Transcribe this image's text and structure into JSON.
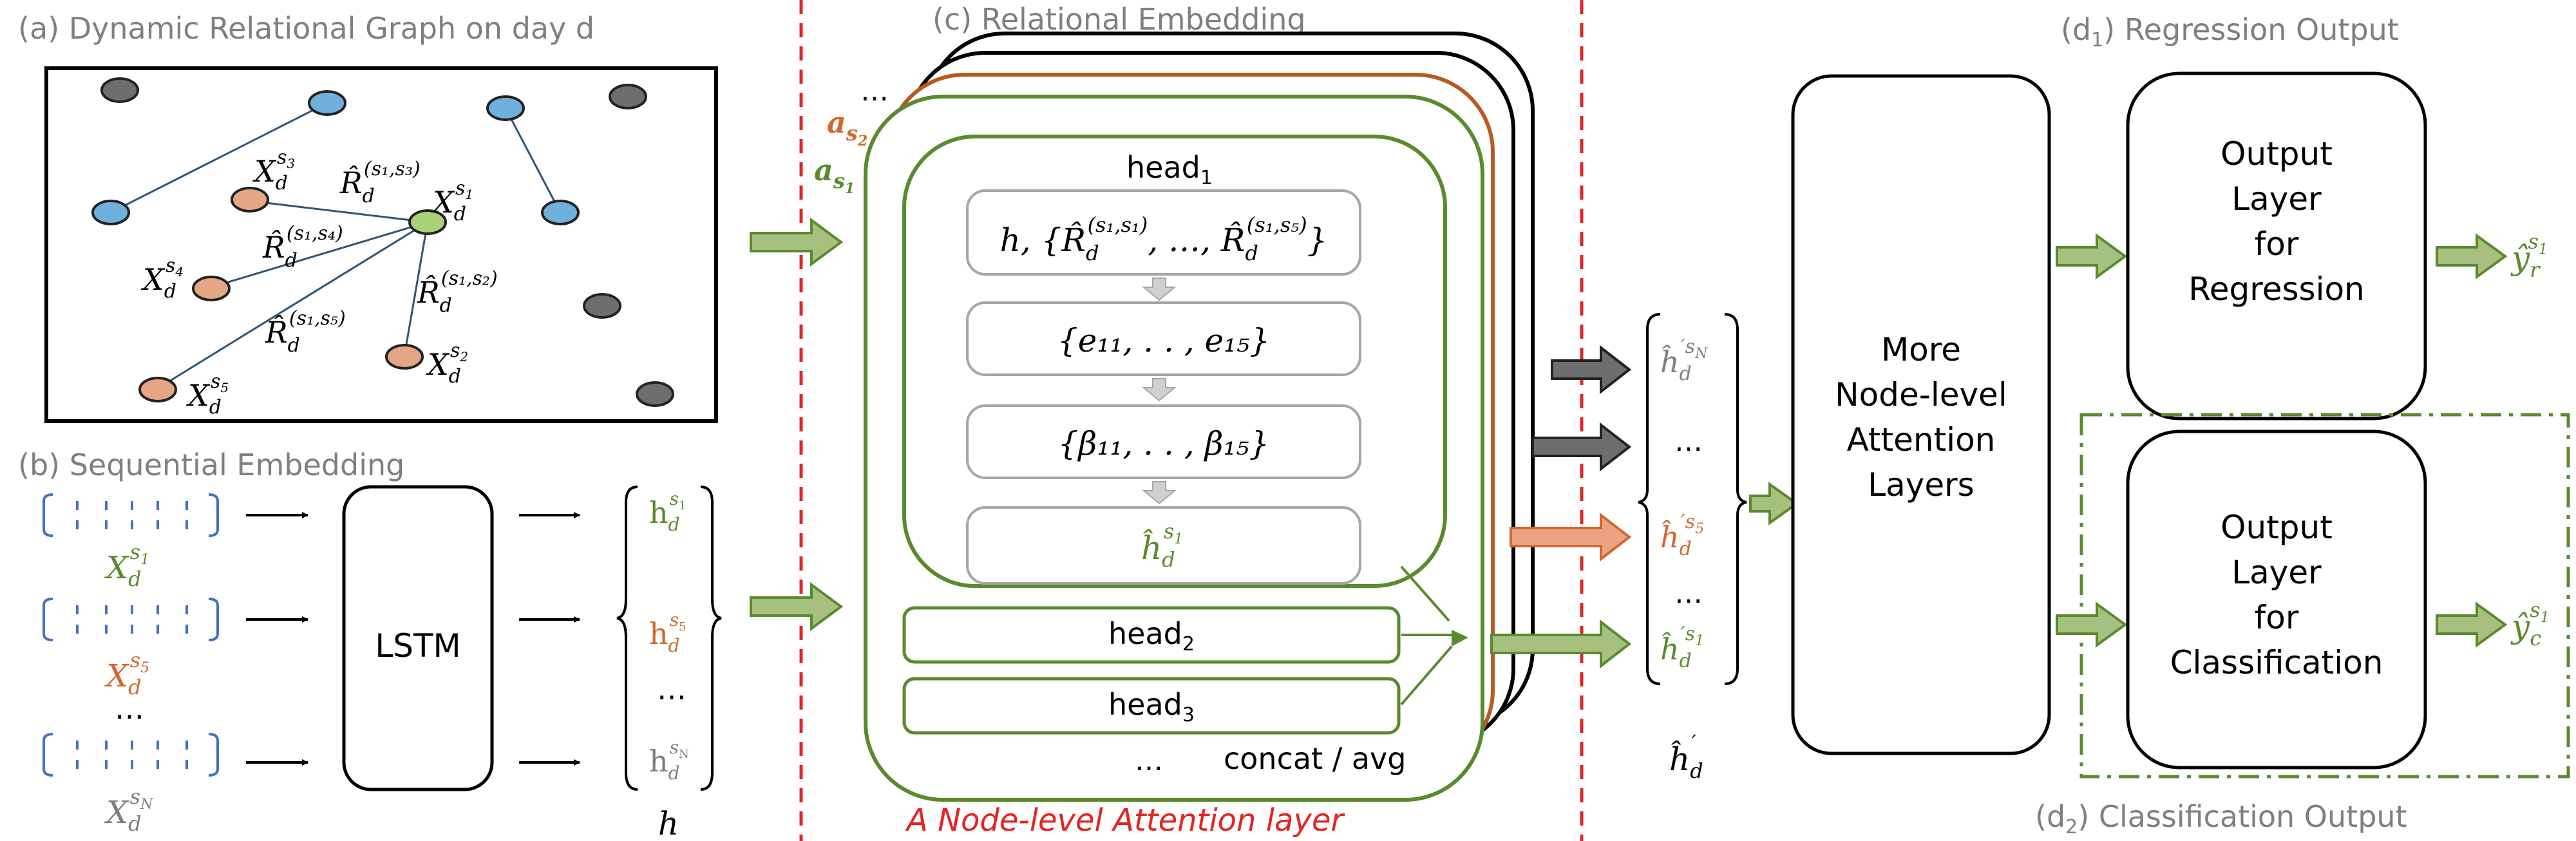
{
  "colors": {
    "green": "#5a8a2e",
    "arrow_green_fill": "#a5c07f",
    "arrow_green_stroke": "#5a8a2e",
    "orange": "#d0692e",
    "arrow_orange_fill": "#eba383",
    "gray_text": "#7f7f7f",
    "dark_gray_node": "#6d6e70",
    "blue_node": "#6fb0dd",
    "orange_node": "#e5a685",
    "green_node": "#a9d27b",
    "red_dash": "#e52421",
    "line_blue": "#2f5577",
    "brown": "#b85a20"
  },
  "panel_a": {
    "title": "(a) Dynamic Relational Graph on day d",
    "node_labels": {
      "s1": {
        "base": "X",
        "sub": "d",
        "sup": "s",
        "supsub": "1"
      },
      "s2": {
        "base": "X",
        "sub": "d",
        "sup": "s",
        "supsub": "2"
      },
      "s3": {
        "base": "X",
        "sub": "d",
        "sup": "s",
        "supsub": "3"
      },
      "s4": {
        "base": "X",
        "sub": "d",
        "sup": "s",
        "supsub": "4"
      },
      "s5": {
        "base": "X",
        "sub": "d",
        "sup": "s",
        "supsub": "5"
      }
    },
    "edge_labels": {
      "r13": {
        "base": "R̂",
        "sub": "d",
        "sup": "(s₁,s₃)"
      },
      "r14": {
        "base": "R̂",
        "sub": "d",
        "sup": "(s₁,s₄)"
      },
      "r12": {
        "base": "R̂",
        "sub": "d",
        "sup": "(s₁,s₂)"
      },
      "r15": {
        "base": "R̂",
        "sub": "d",
        "sup": "(s₁,s₅)"
      }
    }
  },
  "panel_b": {
    "title": "(b) Sequential Embedding",
    "inputs": [
      {
        "base": "X",
        "sub": "d",
        "sup": "s",
        "supsub": "1",
        "color": "green"
      },
      {
        "base": "X",
        "sub": "d",
        "sup": "s",
        "supsub": "5",
        "color": "orange"
      },
      {
        "base": "X",
        "sub": "d",
        "sup": "s",
        "supsub": "N",
        "color": "gray"
      }
    ],
    "ellipsis": "…",
    "lstm_label": "LSTM",
    "outputs": [
      {
        "base": "h",
        "sub": "d",
        "sup": "s",
        "supsub": "1",
        "color": "green"
      },
      {
        "base": "h",
        "sub": "d",
        "sup": "s",
        "supsub": "5",
        "color": "orange"
      },
      {
        "base": "h",
        "sub": "d",
        "sup": "s",
        "supsub": "N",
        "color": "gray"
      }
    ],
    "output_ellipsis": "…",
    "h_label": "h"
  },
  "panel_c": {
    "title": "(c) Relational Embedding",
    "a_s2": {
      "base": "a",
      "sub": "s",
      "subsub": "2"
    },
    "a_s1": {
      "base": "a",
      "sub": "s",
      "subsub": "1"
    },
    "stack_ellipsis": "…",
    "head1": {
      "base": "head",
      "sub": "1"
    },
    "step1": {
      "prefix": "h, {",
      "base": "R̂",
      "sub": "d",
      "sup": "(s₁,s₁)",
      "middle": ", …, ",
      "sup2": "(s₁,s₅)",
      "suffix": "}"
    },
    "step2": "{e₁₁, . . , e₁₅}",
    "step3": "{β₁₁, . . , β₁₅}",
    "step4": {
      "base": "ĥ",
      "sub": "d",
      "sup": "s",
      "supsub": "1"
    },
    "head2": {
      "base": "head",
      "sub": "2"
    },
    "head3": {
      "base": "head",
      "sub": "3"
    },
    "bottom_ellipsis": "…",
    "concat_label": "concat / avg",
    "caption": "A Node-level Attention layer"
  },
  "outputs_mid": {
    "items": [
      {
        "base": "ĥ",
        "sub": "d",
        "sup": "′s",
        "supsub": "N",
        "color": "gray"
      },
      {
        "text": "…"
      },
      {
        "base": "ĥ",
        "sub": "d",
        "sup": "′s",
        "supsub": "5",
        "color": "orange"
      },
      {
        "text": "…"
      },
      {
        "base": "ĥ",
        "sub": "d",
        "sup": "′s",
        "supsub": "1",
        "color": "green"
      }
    ],
    "label": {
      "base": "ĥ",
      "sub": "d",
      "sup": "′"
    }
  },
  "more_layers": {
    "lines": [
      "More",
      "Node-level",
      "Attention",
      "Layers"
    ]
  },
  "d1": {
    "title_prefix": "(d",
    "title_sub": "1",
    "title_suffix": ") Regression Output",
    "box_lines": [
      "Output",
      "Layer",
      "for",
      "Regression"
    ],
    "output": {
      "base": "ŷ",
      "sub": "r",
      "sup": "s",
      "supsub": "1"
    }
  },
  "d2": {
    "title_prefix": "(d",
    "title_sub": "2",
    "title_suffix": ") Classification Output",
    "box_lines": [
      "Output",
      "Layer",
      "for",
      "Classification"
    ],
    "output": {
      "base": "ŷ",
      "sub": "c",
      "sup": "s",
      "supsub": "1"
    }
  }
}
